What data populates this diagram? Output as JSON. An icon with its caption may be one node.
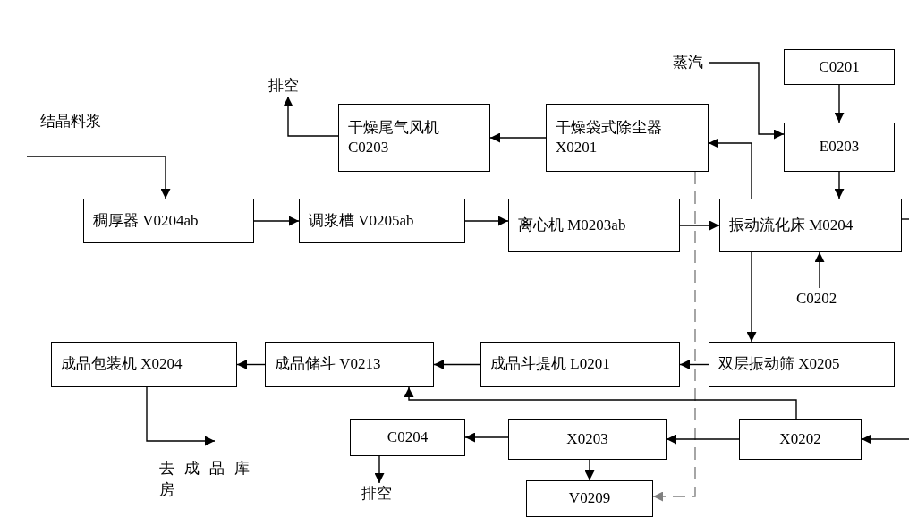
{
  "diagram": {
    "nodes": [
      {
        "text": [
          "排空"
        ]
      },
      {
        "text": [
          "蒸汽"
        ]
      },
      {
        "text": [
          "C0201"
        ]
      },
      {
        "text": [
          "结晶料浆"
        ]
      },
      {
        "text": [
          "干燥尾气风机 C0203"
        ]
      },
      {
        "text": [
          "干燥袋式除尘器 X0201"
        ]
      },
      {
        "text": [
          "E0203"
        ]
      },
      {
        "text": [
          "稠厚器 V0204ab"
        ]
      },
      {
        "text": [
          "调浆槽 V0205ab"
        ]
      },
      {
        "text": [
          "离心机 M0203ab"
        ]
      },
      {
        "text": [
          "振动流化床 M0204"
        ]
      },
      {
        "text": [
          "C0202"
        ]
      },
      {
        "text": [
          "成品包装机 X0204"
        ]
      },
      {
        "text": [
          "成品储斗 V0213"
        ]
      },
      {
        "text": [
          "成品斗提机 L0201"
        ]
      },
      {
        "text": [
          "双层振动筛 X0205"
        ]
      },
      {
        "text": [
          "去成品库房"
        ]
      },
      {
        "text": [
          "C0204"
        ]
      },
      {
        "text": [
          "X0203"
        ]
      },
      {
        "text": [
          "X0202"
        ]
      },
      {
        "text": [
          "排空"
        ]
      },
      {
        "text": [
          "V0209"
        ]
      }
    ],
    "edges": [
      {
        "from": 3,
        "to": 7,
        "arrow": "to"
      },
      {
        "from": 7,
        "to": 8,
        "arrow": "to"
      },
      {
        "from": 8,
        "to": 9,
        "arrow": "to"
      },
      {
        "from": 9,
        "to": 10,
        "arrow": "to"
      },
      {
        "from": 10,
        "to": 5,
        "arrow": "to"
      },
      {
        "from": 5,
        "to": 4,
        "arrow": "to"
      },
      {
        "from": 4,
        "to": 0,
        "arrow": "to"
      },
      {
        "from": 1,
        "to": 6,
        "arrow": "to"
      },
      {
        "from": 2,
        "to": 6,
        "arrow": "to"
      },
      {
        "from": 6,
        "to": 10,
        "arrow": "to"
      },
      {
        "from": 11,
        "to": 10,
        "arrow": "to"
      },
      {
        "from": 10,
        "to": null,
        "arrow": "none"
      },
      {
        "from": 10,
        "to": 15,
        "arrow": "to"
      },
      {
        "from": 15,
        "to": 14,
        "arrow": "to"
      },
      {
        "from": 14,
        "to": 13,
        "arrow": "to"
      },
      {
        "from": 13,
        "to": 12,
        "arrow": "to"
      },
      {
        "from": 12,
        "to": 16,
        "arrow": "to"
      },
      {
        "from": 5,
        "to": 21,
        "arrow": "to",
        "style": "dashed",
        "color": "#808080"
      },
      {
        "from": null,
        "to": 19,
        "arrow": "to"
      },
      {
        "from": 19,
        "to": 18,
        "arrow": "to"
      },
      {
        "from": 19,
        "to": 13,
        "arrow": "to"
      },
      {
        "from": 18,
        "to": 17,
        "arrow": "to"
      },
      {
        "from": 18,
        "to": 21,
        "arrow": "to"
      },
      {
        "from": 17,
        "to": 20,
        "arrow": "to"
      }
    ]
  }
}
